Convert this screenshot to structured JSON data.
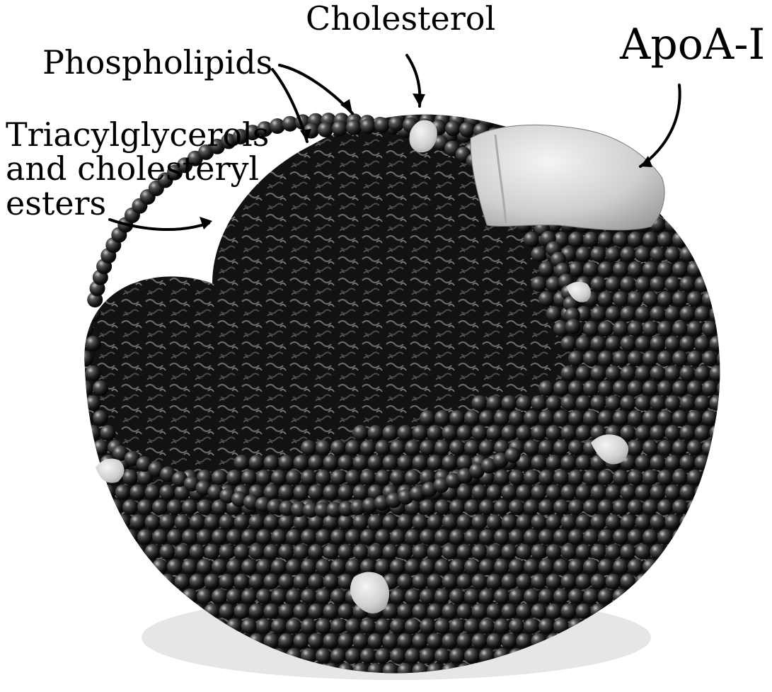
{
  "labels": {
    "cholesterol": "Cholesterol",
    "phospholipids": "Phospholipids",
    "apoa": "ApoA-I",
    "triacylglycerols_line1": "Triacylglycerols",
    "triacylglycerols_line2": "and cholesteryl",
    "triacylglycerols_line3": "esters"
  },
  "colors": {
    "background": "#ffffff",
    "lipid_sphere": "#1a1a1a",
    "sphere_highlight": "#9a9a9a",
    "core": "#141414",
    "protein": "#d6d6d6",
    "text": "#000000"
  }
}
